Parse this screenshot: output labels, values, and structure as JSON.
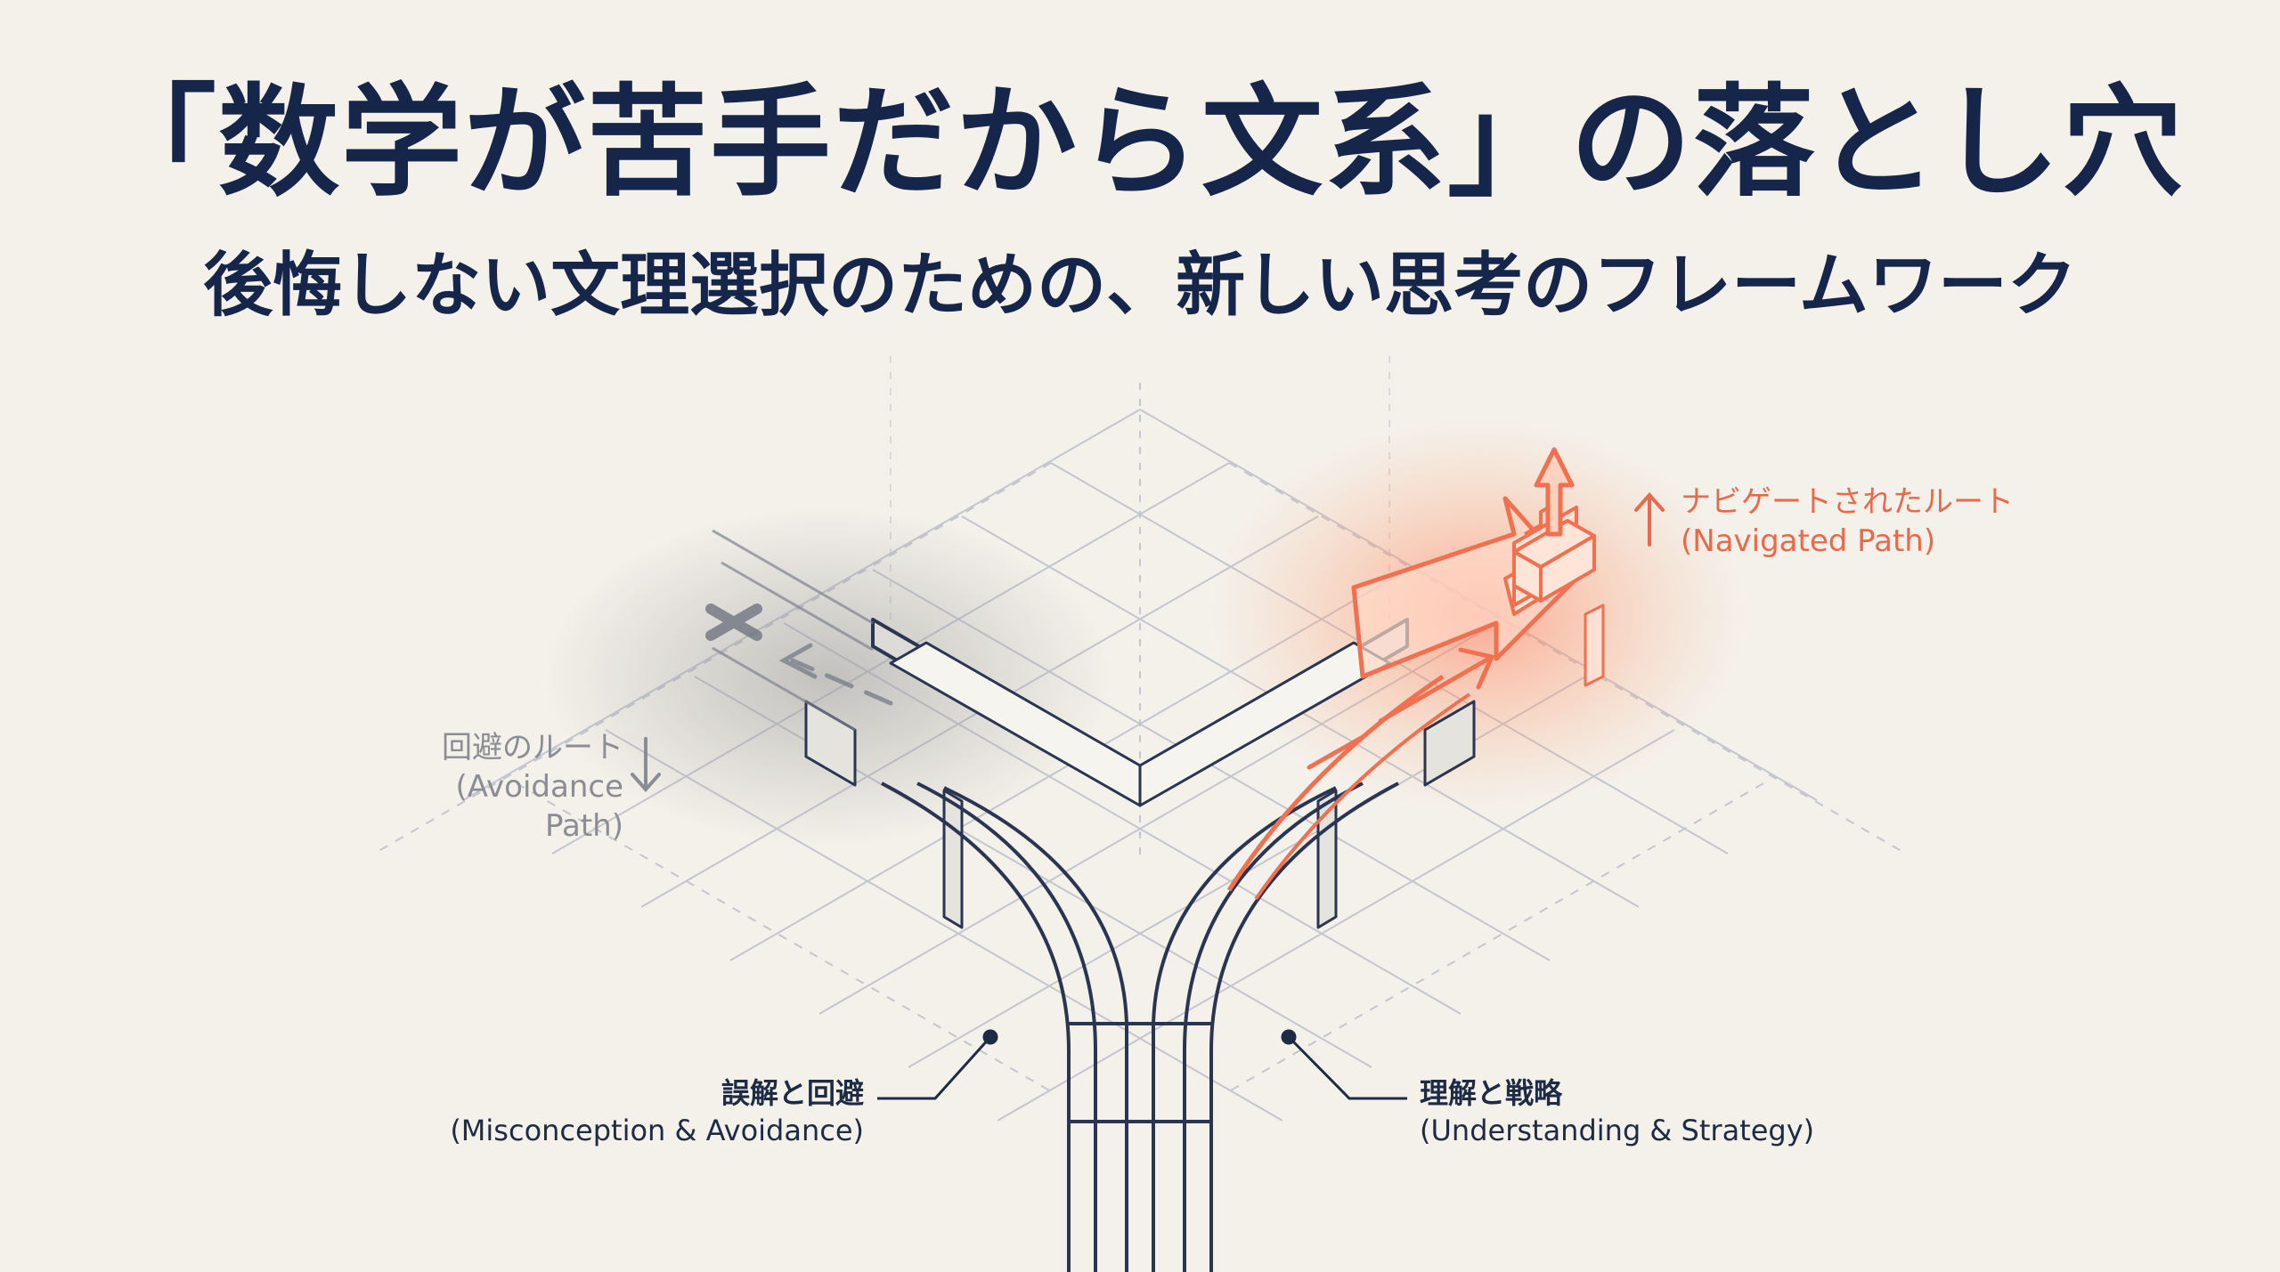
{
  "header": {
    "title": "「数学が苦手だから文系」の落とし穴",
    "subtitle": "後悔しない文理選択のための、新しい思考のフレームワーク"
  },
  "diagram": {
    "avoidance_route": {
      "jp": "回避のルート",
      "en": "(Avoidance Path)"
    },
    "navigated_route": {
      "jp": "ナビゲートされたルート",
      "en": "(Navigated Path)"
    },
    "left_branch": {
      "jp": "誤解と回避",
      "en": "(Misconception & Avoidance)"
    },
    "right_branch": {
      "jp": "理解と戦略",
      "en": "(Understanding & Strategy)"
    },
    "icons": [
      "x-mark-icon",
      "arrow-left-icon",
      "arrow-down-icon",
      "arrow-up-icon",
      "arrow-up-right-icon",
      "stairs-icon"
    ],
    "colors": {
      "navy": "#16254a",
      "accent": "#f07050",
      "gray": "#8a8d94",
      "background": "#f4f1ea"
    }
  }
}
